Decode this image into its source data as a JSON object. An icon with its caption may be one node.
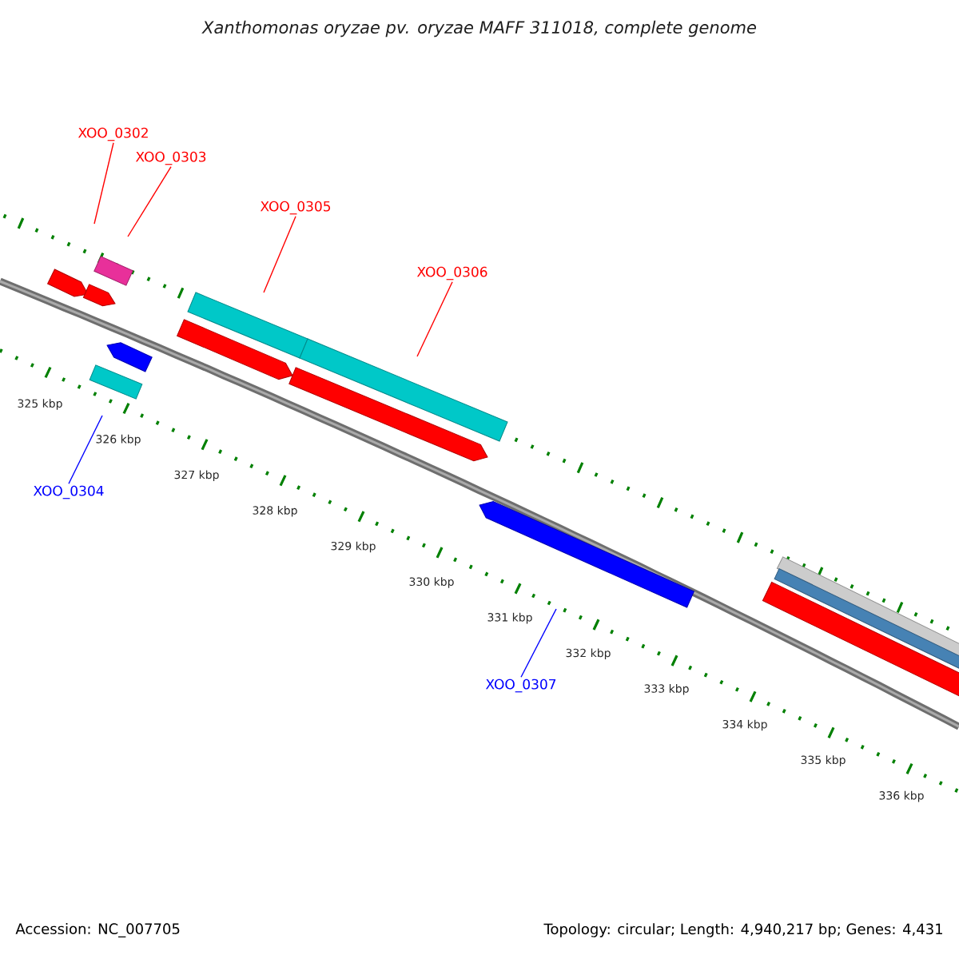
{
  "diagram": {
    "title": "Xanthomonas oryzae pv. oryzae MAFF 311018, complete genome",
    "nodes": [
      {
        "text": [
          "XOO_0302"
        ]
      },
      {
        "text": [
          "XOO_0303"
        ]
      },
      {
        "text": [
          "XOO_0305"
        ]
      },
      {
        "text": [
          "XOO_0306"
        ]
      },
      {
        "text": [
          "XOO_0304"
        ]
      },
      {
        "text": [
          "XOO_0307"
        ]
      }
    ],
    "edges": [
      {
        "from": 0,
        "to": null,
        "arrow": "none"
      },
      {
        "from": 1,
        "to": null,
        "arrow": "none"
      },
      {
        "from": 2,
        "to": null,
        "arrow": "none"
      },
      {
        "from": 3,
        "to": null,
        "arrow": "none"
      },
      {
        "from": 4,
        "to": null,
        "arrow": "none",
        "color": "#0000ff"
      },
      {
        "from": 5,
        "to": null,
        "arrow": "none",
        "color": "#0000ff"
      }
    ],
    "labels": [
      "325 kbp",
      "326 kbp",
      "327 kbp",
      "328 kbp",
      "329 kbp",
      "330 kbp",
      "331 kbp",
      "332 kbp",
      "333 kbp",
      "334 kbp",
      "335 kbp",
      "336 kbp",
      "Accession: NC_007705",
      "Topology: circular; Length: 4,940,217 bp; Genes: 4,431"
    ]
  }
}
